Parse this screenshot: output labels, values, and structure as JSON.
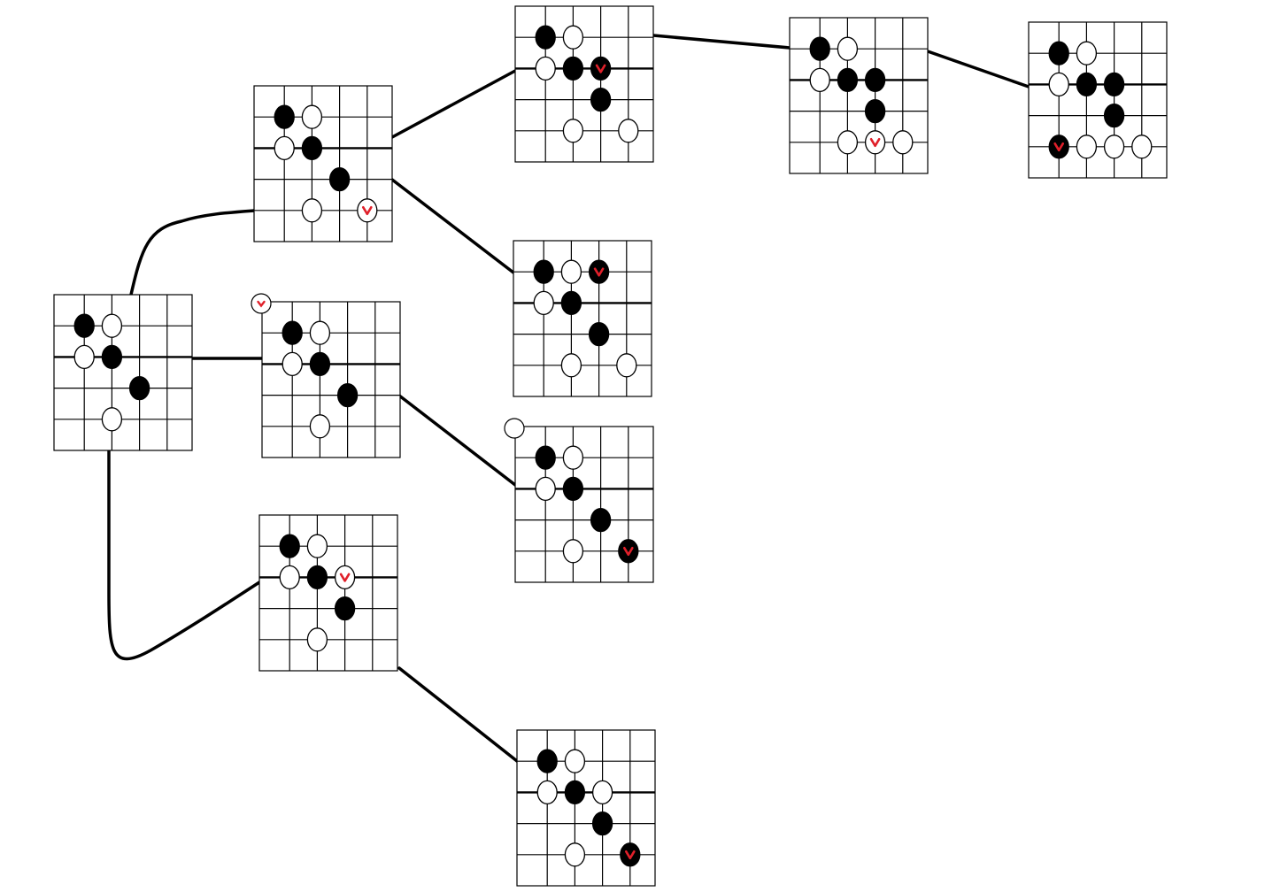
{
  "colors": {
    "background": "#ffffff",
    "line": "#000000",
    "black_stone": "#000000",
    "white_stone": "#ffffff",
    "mark": "#e0202a"
  },
  "boards": [
    {
      "id": "root",
      "stones": [
        [
          "b",
          1,
          1
        ],
        [
          "w",
          2,
          1
        ],
        [
          "w",
          1,
          2
        ],
        [
          "b",
          2,
          2
        ],
        [
          "b",
          3,
          3
        ],
        [
          "w",
          2,
          4
        ]
      ]
    },
    {
      "id": "a",
      "stones": [
        [
          "b",
          1,
          1
        ],
        [
          "w",
          2,
          1
        ],
        [
          "w",
          1,
          2
        ],
        [
          "b",
          2,
          2
        ],
        [
          "b",
          3,
          3
        ],
        [
          "w",
          2,
          4
        ],
        [
          "w",
          4,
          4,
          "v"
        ]
      ]
    },
    {
      "id": "b",
      "stones": [
        [
          "b",
          1,
          1
        ],
        [
          "w",
          2,
          1
        ],
        [
          "w",
          1,
          2
        ],
        [
          "b",
          2,
          2
        ],
        [
          "b",
          3,
          3
        ],
        [
          "w",
          2,
          4
        ]
      ],
      "outside": [
        "w",
        "v"
      ]
    },
    {
      "id": "c",
      "stones": [
        [
          "b",
          1,
          1
        ],
        [
          "w",
          2,
          1
        ],
        [
          "w",
          1,
          2
        ],
        [
          "b",
          2,
          2
        ],
        [
          "w",
          3,
          2,
          "v"
        ],
        [
          "b",
          3,
          3
        ],
        [
          "w",
          2,
          4
        ]
      ]
    },
    {
      "id": "a1",
      "stones": [
        [
          "b",
          1,
          1
        ],
        [
          "w",
          2,
          1
        ],
        [
          "w",
          1,
          2
        ],
        [
          "b",
          2,
          2
        ],
        [
          "b",
          3,
          2,
          "v"
        ],
        [
          "b",
          3,
          3
        ],
        [
          "w",
          2,
          4
        ],
        [
          "w",
          4,
          4
        ]
      ]
    },
    {
      "id": "a1x",
      "stones": [
        [
          "b",
          1,
          1
        ],
        [
          "w",
          2,
          1
        ],
        [
          "w",
          1,
          2
        ],
        [
          "b",
          2,
          2
        ],
        [
          "b",
          3,
          2
        ],
        [
          "b",
          3,
          3
        ],
        [
          "w",
          2,
          4
        ],
        [
          "w",
          3,
          4,
          "v"
        ],
        [
          "w",
          4,
          4
        ]
      ]
    },
    {
      "id": "a1y",
      "stones": [
        [
          "b",
          1,
          1
        ],
        [
          "w",
          2,
          1
        ],
        [
          "w",
          1,
          2
        ],
        [
          "b",
          2,
          2
        ],
        [
          "b",
          3,
          2
        ],
        [
          "b",
          3,
          3
        ],
        [
          "b",
          1,
          4,
          "v"
        ],
        [
          "w",
          2,
          4
        ],
        [
          "w",
          3,
          4
        ],
        [
          "w",
          4,
          4
        ]
      ]
    },
    {
      "id": "a2",
      "stones": [
        [
          "b",
          1,
          1
        ],
        [
          "w",
          2,
          1
        ],
        [
          "b",
          3,
          1,
          "v"
        ],
        [
          "w",
          1,
          2
        ],
        [
          "b",
          2,
          2
        ],
        [
          "b",
          3,
          3
        ],
        [
          "w",
          2,
          4
        ],
        [
          "w",
          4,
          4
        ]
      ]
    },
    {
      "id": "b1",
      "stones": [
        [
          "b",
          1,
          1
        ],
        [
          "w",
          2,
          1
        ],
        [
          "w",
          1,
          2
        ],
        [
          "b",
          2,
          2
        ],
        [
          "b",
          3,
          3
        ],
        [
          "w",
          2,
          4
        ],
        [
          "b",
          4,
          4,
          "v"
        ]
      ],
      "outside": [
        "w",
        ""
      ]
    },
    {
      "id": "c1",
      "stones": [
        [
          "b",
          1,
          1
        ],
        [
          "w",
          2,
          1
        ],
        [
          "w",
          1,
          2
        ],
        [
          "b",
          2,
          2
        ],
        [
          "w",
          3,
          2
        ],
        [
          "b",
          3,
          3
        ],
        [
          "w",
          2,
          4
        ],
        [
          "b",
          4,
          4,
          "v"
        ]
      ]
    }
  ],
  "edges": [
    [
      "root",
      "a"
    ],
    [
      "root",
      "b"
    ],
    [
      "root",
      "c"
    ],
    [
      "a",
      "a1"
    ],
    [
      "a",
      "a2"
    ],
    [
      "a1",
      "a1x"
    ],
    [
      "a1x",
      "a1y"
    ],
    [
      "b",
      "b1"
    ],
    [
      "c",
      "c1"
    ]
  ]
}
